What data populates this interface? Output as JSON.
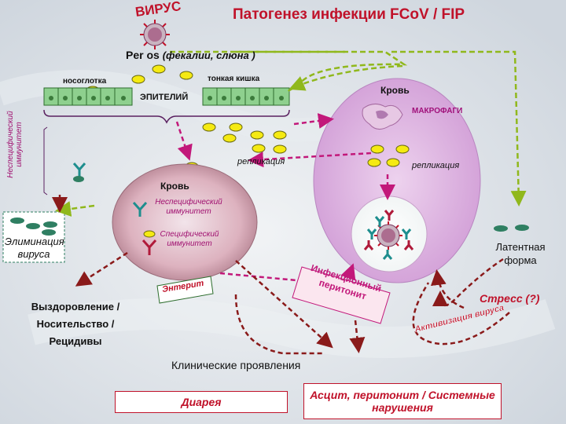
{
  "title": "Патогенез инфекции FCoV / FIP",
  "virus_label": "ВИРУС",
  "entry": {
    "main": "Per os",
    "detail": "(фекалии, слюна )"
  },
  "nasopharynx_label": "носоглотка",
  "small_intestine_label": "тонкая кишка",
  "epithelium_label": "ЭПИТЕЛИЙ",
  "blood_right_label": "Кровь",
  "macrophages_label": "МАКРОФАГИ",
  "nonspecific_immunity_side": "Неспецифический иммунитет",
  "replication_left": "репликация",
  "replication_right": "репликация",
  "blood_center_label": "Кровь",
  "nonspecific_immunity_center": "Неспецифический иммунитет",
  "specific_immunity_center": "Специфический иммунитет",
  "elimination_label": "Элиминация вируса",
  "enteritis_label": "Энтерит",
  "fip_label": "Инфекционный перитонит",
  "latent_form_label": "Латентная форма",
  "stress_label": "Стресс (?)",
  "virus_activation_label": "Активизация вируса",
  "outcome_label": "Выздоровление / Носительство / Рецидивы",
  "clinical_label": "Клинические проявления",
  "diarrhea_label": "Диарея",
  "ascites_label": "Асцит, перитонит / Системные нарушения",
  "colors": {
    "title": "#c0122a",
    "virion": "#f5ea12",
    "epithelium": "#8ed08e",
    "arrow_magenta": "#c2187a",
    "arrow_green": "#90b81c",
    "arrow_red": "#8a1a1a",
    "bacteria": "#2f7f62",
    "antibody_red": "#b01a3a",
    "antibody_teal": "#1e8e8e",
    "blood_center_fill": "#d9a8b4",
    "blood_right_fill": "#dca6de"
  }
}
